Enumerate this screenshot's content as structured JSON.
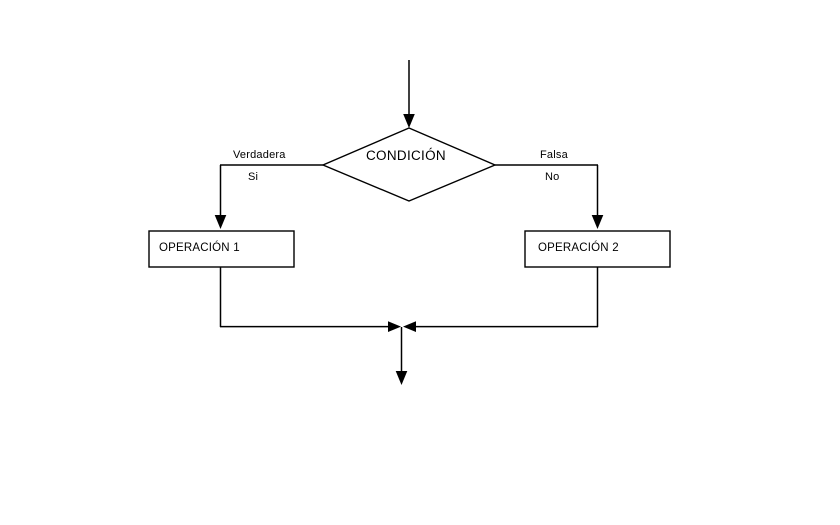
{
  "diagram": {
    "type": "flowchart",
    "title_visible": false,
    "background_color": "#ffffff",
    "stroke_color": "#000000",
    "text_color": "#000000",
    "nodes": {
      "decision": {
        "label": "CONDICIÓN",
        "shape": "diamond"
      },
      "process_true": {
        "label": "OPERACIÓN 1",
        "shape": "rectangle"
      },
      "process_false": {
        "label": "OPERACIÓN 2",
        "shape": "rectangle"
      }
    },
    "edges": {
      "true_branch": {
        "label_primary": "Verdadera",
        "label_secondary": "Si"
      },
      "false_branch": {
        "label_primary": "Falsa",
        "label_secondary": "No"
      }
    },
    "icons": {
      "entry_arrow": "arrow-down-icon",
      "exit_arrow": "arrow-down-icon",
      "merge_left_arrow": "arrow-right-icon",
      "merge_right_arrow": "arrow-left-icon"
    }
  }
}
